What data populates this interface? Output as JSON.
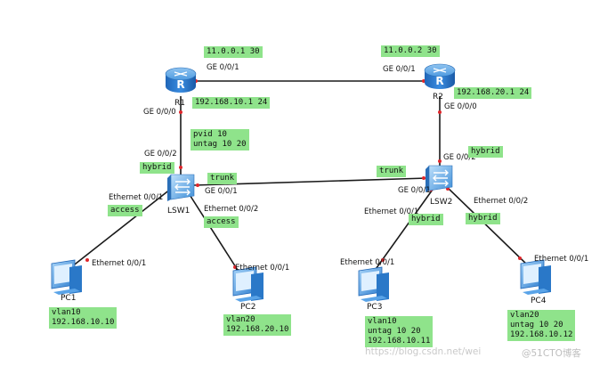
{
  "devices": {
    "r1": "R1",
    "r2": "R2",
    "lsw1": "LSW1",
    "lsw2": "LSW2",
    "pc1": "PC1",
    "pc2": "PC2",
    "pc3": "PC3",
    "pc4": "PC4"
  },
  "ports": {
    "r1_top": "GE 0/0/1",
    "r2_top": "GE 0/0/1",
    "r1_bottom": "GE 0/0/0",
    "r2_bottom": "GE 0/0/0",
    "lsw1_up": "GE 0/0/2",
    "lsw2_up": "GE 0/0/2",
    "lsw1_trunk": "GE 0/0/1",
    "lsw2_trunk": "GE 0/0/1",
    "lsw1_e1": "Ethernet 0/0/1",
    "lsw1_e2": "Ethernet 0/0/2",
    "lsw2_e1": "Ethernet 0/0/1",
    "lsw2_e2": "Ethernet 0/0/2",
    "pc1_eth": "Ethernet 0/0/1",
    "pc2_eth": "Ethernet 0/0/1",
    "pc3_eth": "Ethernet 0/0/1",
    "pc4_eth": "Ethernet 0/0/1"
  },
  "notes": {
    "r1_wan": "11.0.0.1 30",
    "r2_wan": "11.0.0.2 30",
    "r1_lan": "192.168.10.1 24",
    "r2_lan": "192.168.20.1 24",
    "lsw1_pvid": "pvid 10\nuntag 10 20",
    "lsw1_hybrid": "hybrid",
    "lsw2_hybrid": "hybrid",
    "trunk1": "trunk",
    "trunk2": "trunk",
    "access1": "access",
    "access2": "access",
    "hybrid3": "hybrid",
    "hybrid4": "hybrid",
    "pc1": "vlan10\n192.168.10.10",
    "pc2": "vlan20\n192.168.20.10",
    "pc3": "vlan10\nuntag 10 20\n192.168.10.11",
    "pc4": "vlan20\nuntag 10 20\n192.168.10.12"
  },
  "watermark": {
    "url": "https://blog.csdn.net/wei",
    "brand": "@51CTO博客"
  },
  "colors": {
    "note_bg": "#8fe38b",
    "router": "#2f7fd0",
    "switch": "#3f8fd8",
    "link": "#1a1a1a",
    "port_dot": "#e0262b"
  }
}
